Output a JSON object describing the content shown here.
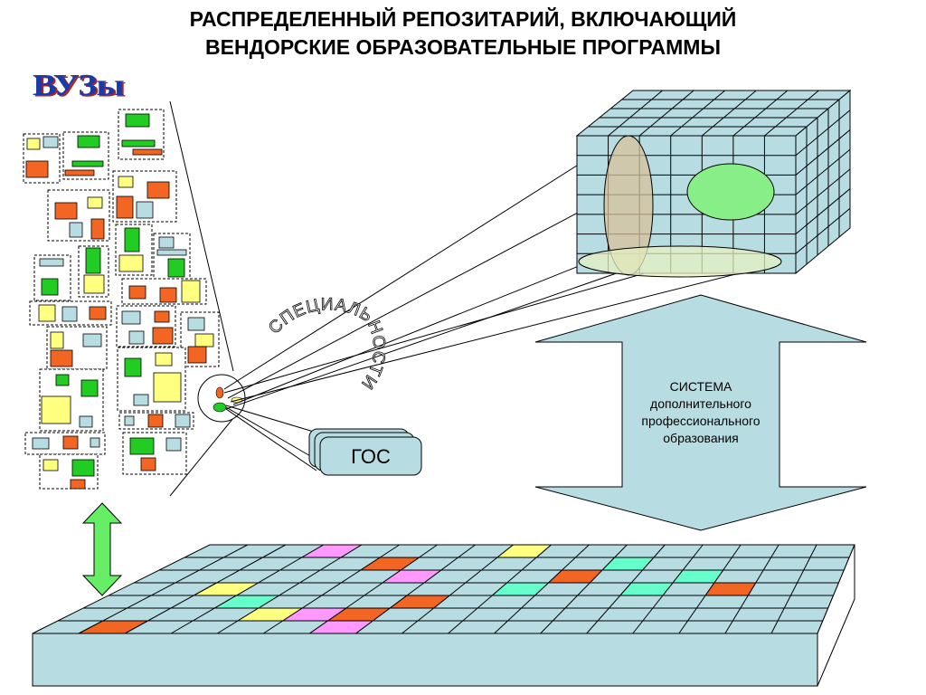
{
  "title": {
    "line1": "РАСПРЕДЕЛЕННЫЙ РЕПОЗИТАРИЙ, ВКЛЮЧАЮЩИЙ",
    "line2": "ВЕНДОРСКИЕ ОБРАЗОВАТЕЛЬНЫЕ ПРОГРАММЫ"
  },
  "logo": "ВУЗы",
  "labels": {
    "specialties": "СПЕЦИАЛЬНОСТИ",
    "gos": "ГОС",
    "system_line1": "СИСТЕМА",
    "system_line2": "дополнительного",
    "system_line3": "профессионального",
    "system_line4": "образования"
  },
  "colors": {
    "teal": "#b7dde3",
    "orange": "#f26522",
    "green": "#22cc22",
    "yellow": "#ffff80",
    "pink": "#ff99ff",
    "mint": "#66ffcc",
    "arrow_green": "#66ee66"
  }
}
